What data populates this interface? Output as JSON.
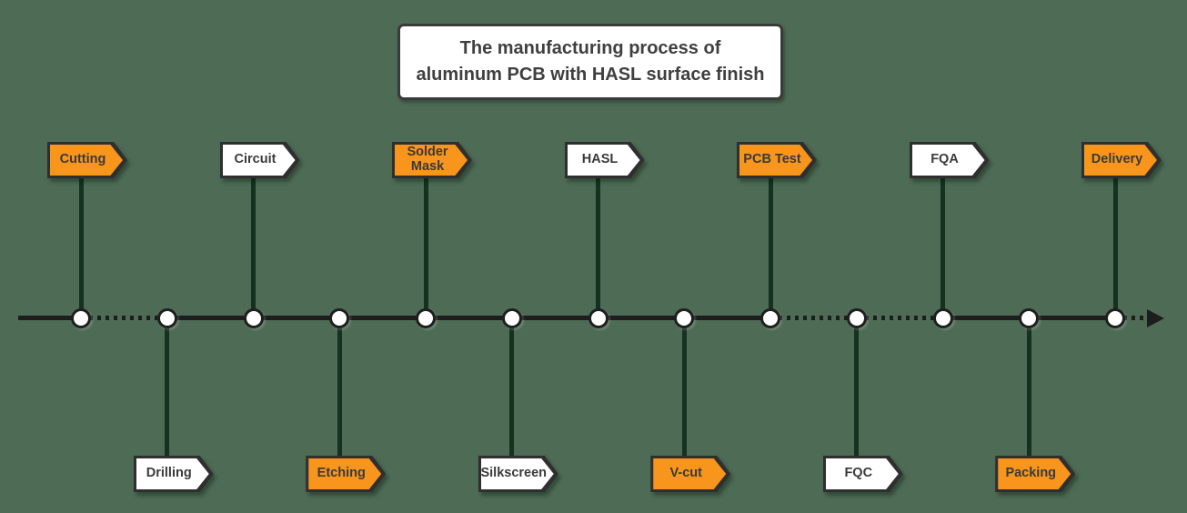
{
  "title": {
    "line1": "The manufacturing process of",
    "line2": "aluminum PCB with HASL surface finish"
  },
  "colors": {
    "background": "#4e6b56",
    "orange": "#f8951d",
    "white_flag": "#ffffff",
    "flag_border": "#2f2f2f",
    "flag_text": "#3a3a3a",
    "timeline_line": "#1d1d1d",
    "stem": "#16311f",
    "node_fill": "#ffffff",
    "node_border": "#1f1f1f",
    "title_text": "#3f3f3f"
  },
  "timeline": {
    "direction": "left-to-right",
    "end_marker": "arrow-right",
    "lead_in_style": "solid",
    "tail_style": "dotted",
    "nodes": [
      {
        "label": "Cutting",
        "side": "top",
        "style": "orange",
        "segment_after": "dotted"
      },
      {
        "label": "Drilling",
        "side": "bottom",
        "style": "white",
        "segment_after": "solid"
      },
      {
        "label": "Circuit",
        "side": "top",
        "style": "white",
        "segment_after": "solid"
      },
      {
        "label": "Etching",
        "side": "bottom",
        "style": "orange",
        "segment_after": "solid"
      },
      {
        "label": "Solder Mask",
        "side": "top",
        "style": "orange",
        "segment_after": "solid"
      },
      {
        "label": "Silkscreen",
        "side": "bottom",
        "style": "white",
        "segment_after": "solid"
      },
      {
        "label": "HASL",
        "side": "top",
        "style": "white",
        "segment_after": "solid"
      },
      {
        "label": "V-cut",
        "side": "bottom",
        "style": "orange",
        "segment_after": "solid"
      },
      {
        "label": "PCB Test",
        "side": "top",
        "style": "orange",
        "segment_after": "dotted"
      },
      {
        "label": "FQC",
        "side": "bottom",
        "style": "white",
        "segment_after": "dotted"
      },
      {
        "label": "FQA",
        "side": "top",
        "style": "white",
        "segment_after": "solid"
      },
      {
        "label": "Packing",
        "side": "bottom",
        "style": "orange",
        "segment_after": "solid"
      },
      {
        "label": "Delivery",
        "side": "top",
        "style": "orange",
        "segment_after": "dotted"
      }
    ]
  }
}
